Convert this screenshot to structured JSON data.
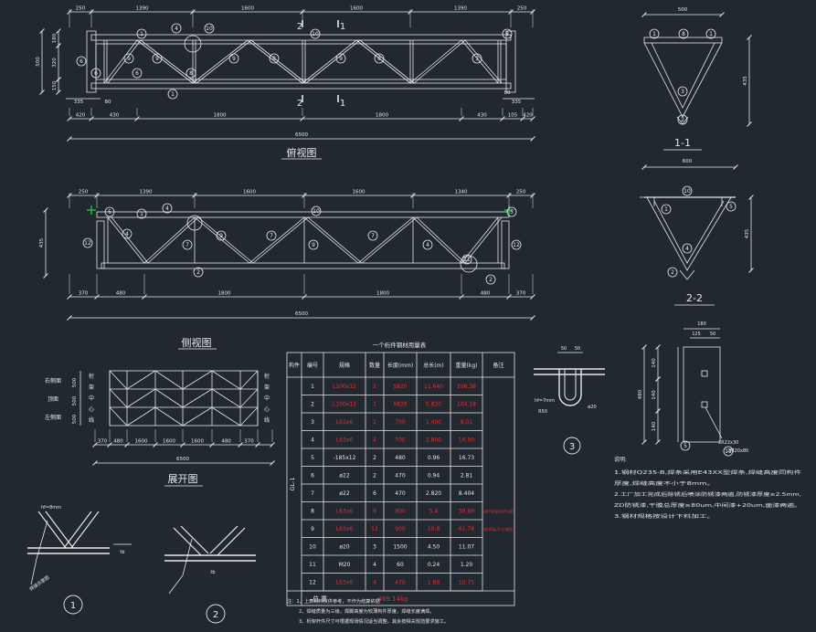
{
  "colors": {
    "background": "#212830",
    "line": "#e8e8e8",
    "red": "#e03030",
    "green": "#22c040",
    "accent_red_text": "#e03030"
  },
  "front_view": {
    "top_dims": [
      "250",
      "1390",
      "1600",
      "1600",
      "1390",
      "250"
    ],
    "height_dims": [
      "500",
      "180",
      "320",
      "150"
    ],
    "bottom_dims_1": [
      "335",
      "80",
      "335",
      "80"
    ],
    "bottom_dims_2": [
      "420",
      "430",
      "1800",
      "1800",
      "430",
      "105",
      "420"
    ],
    "total": "6500",
    "caption": "俯视图",
    "section_labels": [
      "2",
      "1",
      "2",
      "1"
    ],
    "balloons": [
      "1",
      "4",
      "10",
      "10",
      "8",
      "6",
      "6",
      "9",
      "6",
      "9",
      "8",
      "9",
      "8",
      "9",
      "8",
      "3",
      "1"
    ]
  },
  "side_view": {
    "top_dims": [
      "250",
      "1390",
      "1600",
      "1600",
      "1340",
      "250"
    ],
    "height_dim": "435",
    "bottom_dims": [
      "370",
      "480",
      "1800",
      "1800",
      "480",
      "370"
    ],
    "total": "6500",
    "caption": "侧视图",
    "balloons": [
      "5",
      "1",
      "4",
      "10",
      "5",
      "12",
      "4",
      "7",
      "9",
      "7",
      "9",
      "7",
      "4",
      "2",
      "2",
      "12",
      "11"
    ]
  },
  "section_1": {
    "width": "500",
    "height": "435",
    "label": "1-1",
    "balloons": [
      "1",
      "8",
      "1",
      "3",
      "2"
    ]
  },
  "section_2": {
    "width": "600",
    "height": "435",
    "label": "2-2",
    "balloons": [
      "10",
      "1",
      "5",
      "4",
      "2"
    ]
  },
  "unfold_view": {
    "left_labels": [
      "右侧面",
      "顶面",
      "左侧面"
    ],
    "left_dims": [
      "500",
      "500",
      "500"
    ],
    "right_labels": [
      "桁",
      "架",
      "中",
      "心",
      "线"
    ],
    "left_mid": [
      "桁",
      "架",
      "中",
      "心",
      "线"
    ],
    "bottom_dims": [
      "370",
      "480",
      "1600",
      "1600",
      "1600",
      "480",
      "370"
    ],
    "total": "6500",
    "caption": "展开图"
  },
  "table": {
    "title": "一个桁件钢材用量表",
    "headers": [
      "构件",
      "编号",
      "规格",
      "数量",
      "长度(mm)",
      "总长(m)",
      "重量(kg)",
      "备注"
    ],
    "group": "GL-1",
    "rows": [
      {
        "no": "1",
        "spec": "L100x12",
        "qty": "2",
        "len": "5820",
        "total": "11.640",
        "weight": "208.38",
        "red": true,
        "note": ""
      },
      {
        "no": "2",
        "spec": "L100x12",
        "qty": "1",
        "len": "5820",
        "total": "5.820",
        "weight": "104.18",
        "red": true,
        "note": ""
      },
      {
        "no": "3",
        "spec": "L63x6",
        "qty": "2",
        "len": "700",
        "total": "1.400",
        "weight": "8.01",
        "red": true,
        "note": ""
      },
      {
        "no": "4",
        "spec": "L63x6",
        "qty": "4",
        "len": "700",
        "total": "2.800",
        "weight": "16.00",
        "red": true,
        "note": ""
      },
      {
        "no": "5",
        "spec": "-185x12",
        "qty": "2",
        "len": "480",
        "total": "0.96",
        "weight": "16.73",
        "red": false,
        "note": ""
      },
      {
        "no": "6",
        "spec": "ø22",
        "qty": "2",
        "len": "470",
        "total": "0.94",
        "weight": "2.81",
        "red": false,
        "note": ""
      },
      {
        "no": "7",
        "spec": "ø22",
        "qty": "6",
        "len": "470",
        "total": "2.820",
        "weight": "8.404",
        "red": false,
        "note": ""
      },
      {
        "no": "8",
        "spec": "L63x6",
        "qty": "6",
        "len": "900",
        "total": "5.4",
        "weight": "30.69",
        "red": true,
        "note": "具体下料时请按实际尺寸放样"
      },
      {
        "no": "9",
        "spec": "L63x6",
        "qty": "12",
        "len": "900",
        "total": "10.8",
        "weight": "61.78",
        "red": true,
        "note": "按实际尺寸放样"
      },
      {
        "no": "10",
        "spec": "ø20",
        "qty": "3",
        "len": "1500",
        "total": "4.50",
        "weight": "11.07",
        "red": false,
        "note": ""
      },
      {
        "no": "11",
        "spec": "M20",
        "qty": "4",
        "len": "60",
        "total": "0.24",
        "weight": "1.20",
        "red": false,
        "note": ""
      },
      {
        "no": "12",
        "spec": "L63x6",
        "qty": "4",
        "len": "470",
        "total": "1.88",
        "weight": "10.75",
        "red": true,
        "note": ""
      }
    ],
    "total_label": "总   重",
    "total_value": "469.14kg"
  },
  "table_notes": [
    "注：1、上表材料仅供参考，不作为结算依据",
    "2、焊缝质量为三级，焊脚高度为较薄构件厚度，焊缝长度满焊。",
    "3、桁架杆件尺寸可根据现场情况适当调整，其余按相关规范要求施工。"
  ],
  "detail_3": {
    "dims": [
      "50",
      "50",
      "hf=7mm",
      "R50",
      "ø20"
    ],
    "label": "3"
  },
  "end_plate": {
    "dims": [
      "180",
      "125",
      "50",
      "140",
      "140",
      "140",
      "480",
      "2R22x30",
      "2M20x80"
    ],
    "balloons": [
      "5",
      "11"
    ]
  },
  "notes": {
    "title": "说明:",
    "lines": [
      "1.钢材Q235-B,焊条采用E43XX型焊条,焊缝高度同构件",
      "  厚度,焊缝高度不小于8mm。",
      "2.工厂加工完成后除锈后喷涂防锈漆两遍,防锈漆厚度≥2.5mm,",
      "  ZD防锈漆,干膜总厚度≥80um,中间漆+20um,面漆两遍。",
      "3.钢材规格按设计下料加工。"
    ]
  },
  "detail_1": {
    "dims": [
      "hf=8mm",
      "tb"
    ],
    "label": "1",
    "note": "焊接示意图"
  },
  "detail_2": {
    "dims": [
      "tb"
    ],
    "label": "2"
  }
}
